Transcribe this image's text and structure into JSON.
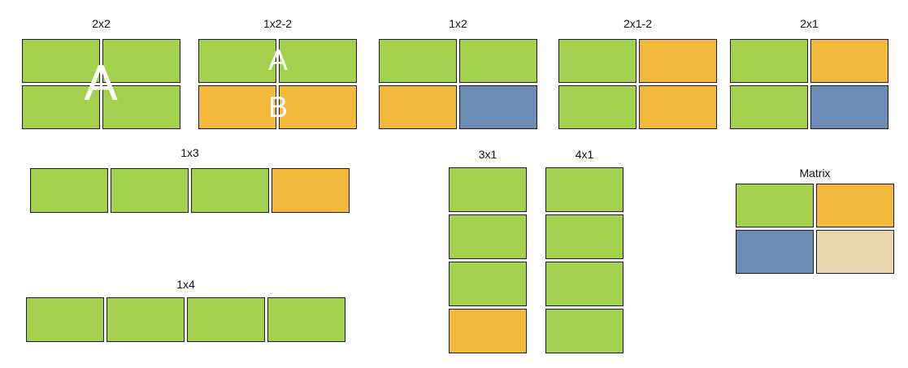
{
  "colors": {
    "green": "#a3d14e",
    "orange": "#f4b93a",
    "blue": "#6a8cb5",
    "tan": "#e7d8ae",
    "border": "#1b1b1b"
  },
  "layouts": {
    "l2x2": {
      "title": "2x2",
      "overlay": "A"
    },
    "l1x2_2": {
      "title": "1x2-2",
      "overlay_top": "A",
      "overlay_bottom": "B"
    },
    "l1x2": {
      "title": "1x2"
    },
    "l2x1_2": {
      "title": "2x1-2"
    },
    "l2x1": {
      "title": "2x1"
    },
    "l1x3": {
      "title": "1x3"
    },
    "l1x4": {
      "title": "1x4"
    },
    "l3x1": {
      "title": "3x1"
    },
    "l4x1": {
      "title": "4x1"
    },
    "matrix": {
      "title": "Matrix"
    }
  }
}
